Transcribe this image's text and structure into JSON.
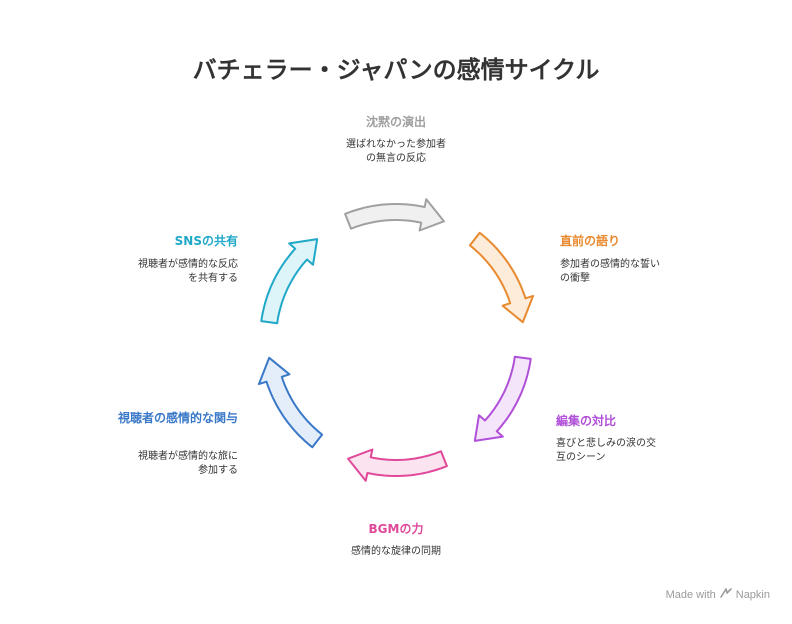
{
  "title": "バチェラー・ジャパンの感情サイクル",
  "stages": [
    {
      "label": "沈黙の演出",
      "desc": [
        "選ばれなかった参加者",
        "の無言の反応"
      ],
      "color": "#a0a0a0",
      "fill": "#f0f0f0"
    },
    {
      "label": "直前の語り",
      "desc": [
        "参加者の感情的な誓い",
        "の衝撃"
      ],
      "color": "#e88a30",
      "fill": "#fdecd9"
    },
    {
      "label": "編集の対比",
      "desc": [
        "喜びと悲しみの涙の交",
        "互のシーン"
      ],
      "color": "#b04fd8",
      "fill": "#f4e5fb"
    },
    {
      "label": "BGMの力",
      "desc": [
        "感情的な旋律の同期"
      ],
      "color": "#e0489a",
      "fill": "#fbe3ef"
    },
    {
      "label": "視聴者の感情的な関与",
      "desc": [
        "視聴者が感情的な旅に",
        "参加する"
      ],
      "color": "#3a78c8",
      "fill": "#e4eefb"
    },
    {
      "label": "SNSの共有",
      "desc": [
        "視聴者が感情的な反応",
        "を共有する"
      ],
      "color": "#20a8c8",
      "fill": "#ddf4f8"
    }
  ],
  "footer": {
    "text": "Made with",
    "brand": "Napkin",
    "icon": "napkin-logo-icon"
  }
}
